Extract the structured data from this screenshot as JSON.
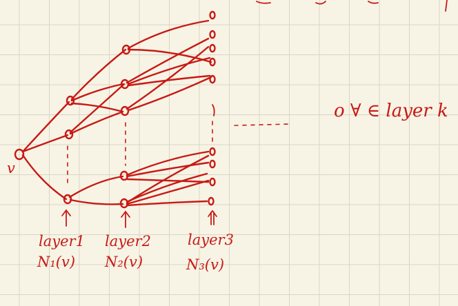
{
  "root_label": "v",
  "legend_text": "o ∀ ∈ layer k",
  "layers": [
    {
      "name": "layer1",
      "set": "N₁(v)"
    },
    {
      "name": "layer2",
      "set": "N₂(v)"
    },
    {
      "name": "layer3",
      "set": "N₃(v)"
    }
  ],
  "colors": {
    "ink": "#c81914",
    "paper": "#f7f4e6",
    "grid": "#d9d5c5"
  }
}
